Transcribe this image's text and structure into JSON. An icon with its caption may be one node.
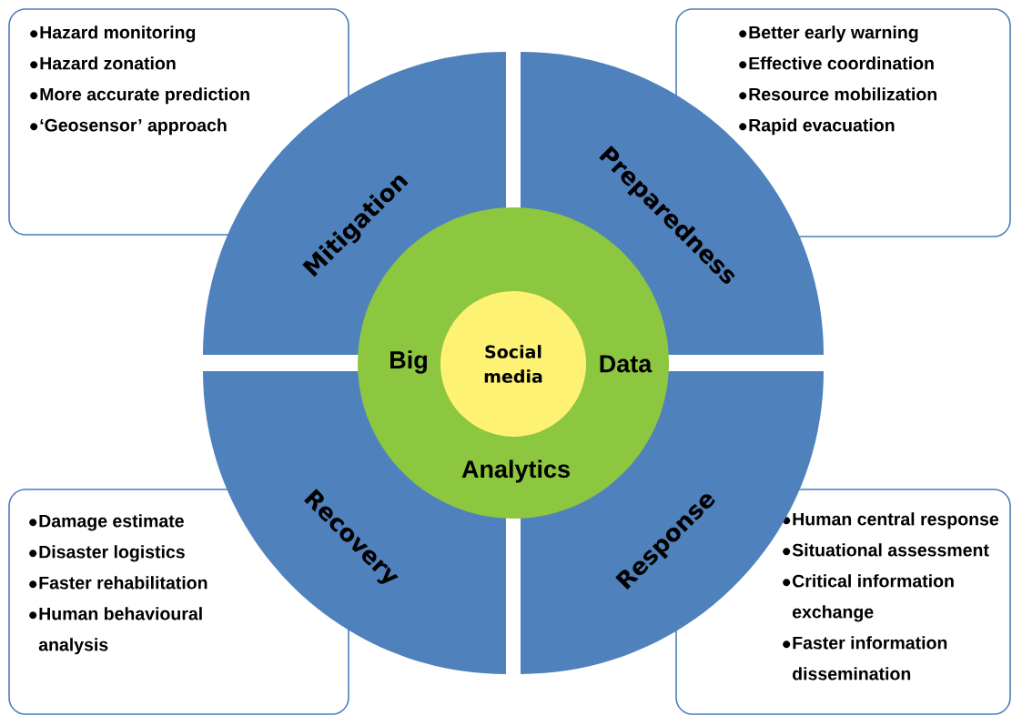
{
  "diagram": {
    "nodes": [
      {
        "text": [
          "Hazard monitoring",
          "Hazard zonation",
          "More accurate prediction",
          "‘Geosensor’ approach"
        ]
      },
      {
        "text": [
          "Better early warning",
          "Effective coordination",
          "Resource mobilization",
          "Rapid evacuation"
        ]
      },
      {
        "text": [
          "Mitigation"
        ]
      },
      {
        "text": [
          "Preparedness"
        ]
      },
      {
        "text": [
          "Big",
          "Data",
          "Analytics"
        ]
      },
      {
        "text": [
          "Social media"
        ],
        "in": 4
      },
      {
        "text": [
          "Recovery"
        ]
      },
      {
        "text": [
          "Response"
        ]
      },
      {
        "text": [
          "Damage estimate",
          "Disaster logistics",
          "Faster rehabilitation",
          "Human behavioural analysis"
        ]
      },
      {
        "text": [
          "Human central response",
          "Situational assessment",
          "Critical information exchange",
          "Faster information dissemination"
        ]
      }
    ]
  }
}
